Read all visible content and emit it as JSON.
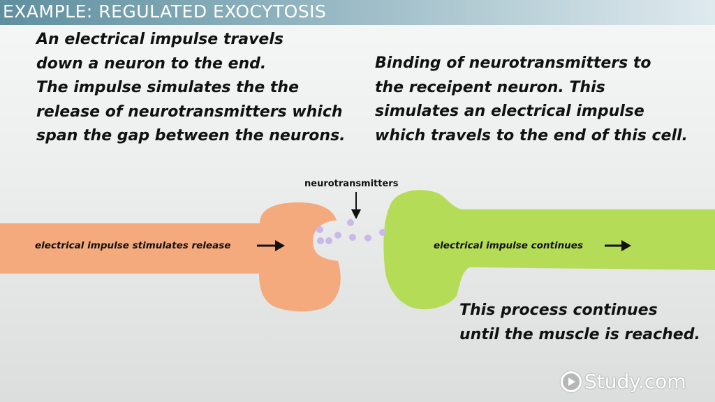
{
  "header": {
    "title": "EXAMPLE: REGULATED EXOCYTOSIS"
  },
  "left_paragraph": [
    "An electrical impulse travels",
    "down a neuron to the end.",
    "The impulse simulates the the",
    "release of neurotransmitters which",
    "span the gap between the neurons."
  ],
  "right_paragraph": [
    "Binding of neurotransmitters to",
    "the receipent neuron.  This",
    "simulates an electrical impulse",
    "which travels to the end of this cell."
  ],
  "bottom_paragraph": [
    "This process continues",
    "until the muscle is reached."
  ],
  "diagram": {
    "neurotransmitters_label": "neurotransmitters",
    "left_neuron_label": "electrical impulse stimulates release",
    "right_neuron_label": "electrical impulse continues",
    "colors": {
      "left_neuron": "#f4aa7c",
      "right_neuron": "#b4dc57",
      "vesicles": "#c9b8ea"
    }
  },
  "logo": {
    "text": "Study.com",
    "icon": "play-icon"
  }
}
